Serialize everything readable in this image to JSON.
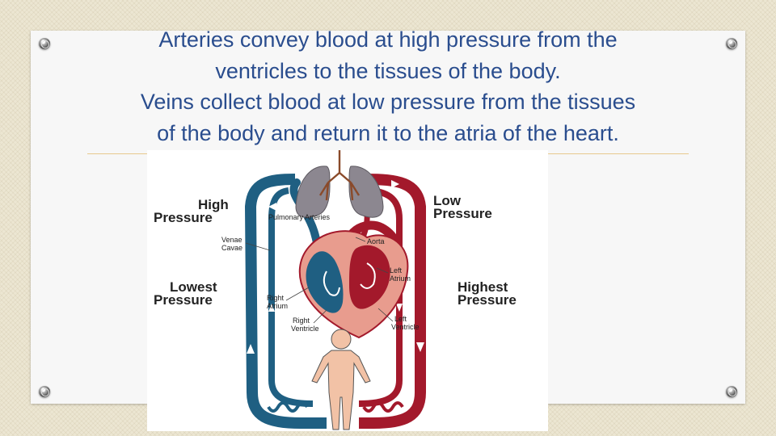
{
  "slide": {
    "title_lines": [
      "Arteries convey blood at high pressure from the",
      "ventricles to the tissues of the body.",
      "Veins collect blood at low pressure from the tissues",
      "of the body and return it to the atria of the heart."
    ]
  },
  "diagram": {
    "labels": {
      "high_pressure": [
        "High",
        "Pressure"
      ],
      "low_pressure": [
        "Low",
        "Pressure"
      ],
      "lowest_pressure": [
        "Lowest",
        "Pressure"
      ],
      "highest_pressure": [
        "Highest",
        "Pressure"
      ],
      "pulmonary_arteries": "Pulmonary Arteries",
      "venae_cavae": [
        "Venae",
        "Cavae"
      ],
      "aorta": "Aorta",
      "left_atrium": [
        "Left",
        "Atrium"
      ],
      "right_atrium": [
        "Right",
        "Atrium"
      ],
      "right_ventricle": [
        "Right",
        "Ventricle"
      ],
      "left_ventricle": [
        "Left",
        "Ventricle"
      ]
    },
    "colors": {
      "deoxygenated": "#1f5f82",
      "oxygenated": "#a3192b",
      "heart_fill": "#e89c8e",
      "lungs": "#8c8790",
      "body": "#f2c2a6",
      "title_text": "#2a4d8e"
    }
  }
}
